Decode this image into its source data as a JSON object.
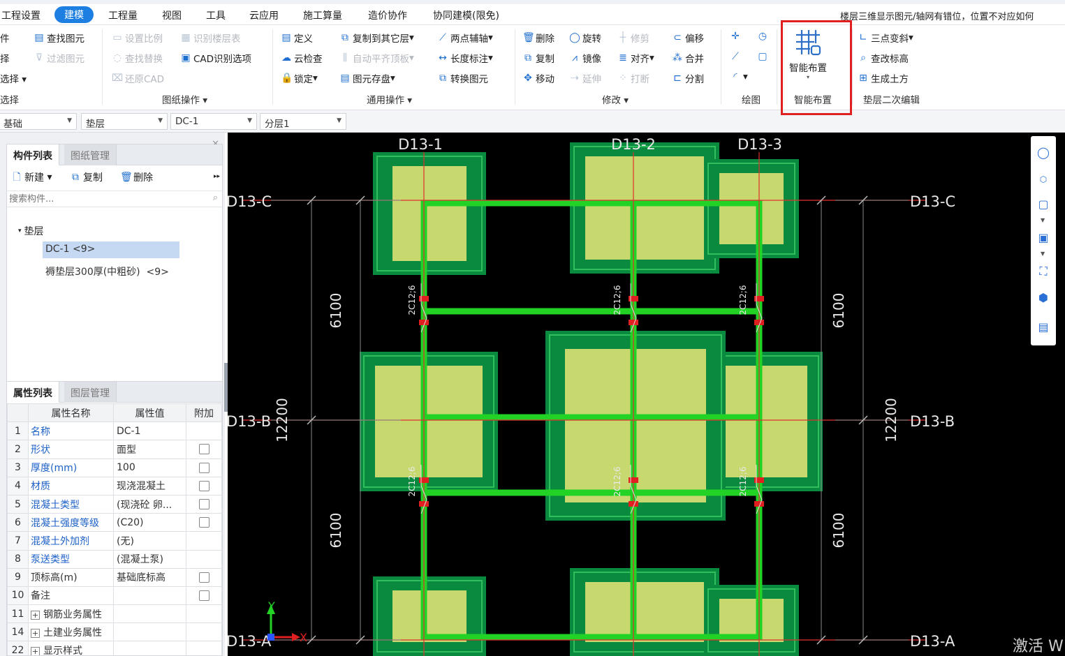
{
  "top_title_partial": "一 联达BIM土建计量平台 GTJ2021 - [C:\\Users\\新建文件夹\\Desktop\\D13会所\\D13会所.GTJ]",
  "menu": [
    "工程设置",
    "建模",
    "工程量",
    "视图",
    "工具",
    "云应用",
    "施工算量",
    "造价协作",
    "协同建模(限免)"
  ],
  "menu_active": "建模",
  "hint": "楼层三维显示图元/轴网有错位，位置不对应如何",
  "ribbon": {
    "col0": [
      "件",
      "择",
      "选择 ▾"
    ],
    "col0_group": "选择",
    "select": [
      "查找图元",
      "过滤图元"
    ],
    "drawing": [
      "设置比例",
      "识别楼层表",
      "查找替换",
      "CAD识别选项",
      "还原CAD"
    ],
    "drawing_group": "图纸操作",
    "general": [
      "定义",
      "复制到其它层",
      "两点辅轴",
      "云检查",
      "自动平齐顶板",
      "长度标注",
      "锁定",
      "图元存盘",
      "转换图元"
    ],
    "general_group": "通用操作",
    "modify": [
      "删除",
      "旋转",
      "修剪",
      "偏移",
      "复制",
      "镜像",
      "对齐",
      "合并",
      "移动",
      "延伸",
      "打断",
      "分割"
    ],
    "modify_group": "修改",
    "draw_group": "绘图",
    "smart": "智能布置",
    "smart_group": "智能布置",
    "secondary": [
      "三点变斜",
      "查改标高",
      "生成土方"
    ],
    "secondary_group": "垫层二次编辑"
  },
  "selectors": [
    "基础",
    "垫层",
    "DC-1",
    "分层1"
  ],
  "component_panel": {
    "tabs": [
      "构件列表",
      "图纸管理"
    ],
    "toolbar": [
      "新建",
      "复制",
      "删除"
    ],
    "search_placeholder": "搜索构件...",
    "tree_root": "垫层",
    "items": [
      {
        "label": "DC-1 <9>",
        "selected": true
      },
      {
        "label": "褥垫层300厚(中粗砂)  <9>",
        "selected": false
      }
    ]
  },
  "property_panel": {
    "tabs": [
      "属性列表",
      "图层管理"
    ],
    "headers": [
      "属性名称",
      "属性值",
      "附加"
    ],
    "rows": [
      {
        "num": "1",
        "name": "名称",
        "value": "DC-1",
        "blue": true,
        "check": false
      },
      {
        "num": "2",
        "name": "形状",
        "value": "面型",
        "blue": true,
        "check": true
      },
      {
        "num": "3",
        "name": "厚度(mm)",
        "value": "100",
        "blue": true,
        "check": true
      },
      {
        "num": "4",
        "name": "材质",
        "value": "现浇混凝土",
        "blue": true,
        "check": true
      },
      {
        "num": "5",
        "name": "混凝土类型",
        "value": "(现浇砼 卵...",
        "blue": true,
        "check": true
      },
      {
        "num": "6",
        "name": "混凝土强度等级",
        "value": "(C20)",
        "blue": true,
        "check": true
      },
      {
        "num": "7",
        "name": "混凝土外加剂",
        "value": "(无)",
        "blue": true,
        "check": false
      },
      {
        "num": "8",
        "name": "泵送类型",
        "value": "(混凝土泵)",
        "blue": true,
        "check": false
      },
      {
        "num": "9",
        "name": "顶标高(m)",
        "value": "基础底标高",
        "blue": false,
        "check": true
      },
      {
        "num": "10",
        "name": "备注",
        "value": "",
        "blue": false,
        "check": true
      },
      {
        "num": "11",
        "name": "钢筋业务属性",
        "value": "",
        "blue": false,
        "check": false,
        "expand": true
      },
      {
        "num": "14",
        "name": "土建业务属性",
        "value": "",
        "blue": false,
        "check": false,
        "expand": true
      },
      {
        "num": "22",
        "name": "显示样式",
        "value": "",
        "blue": false,
        "check": false,
        "expand": true
      }
    ]
  },
  "canvas": {
    "axes_top": [
      "D13-1",
      "D13-2",
      "D13-3"
    ],
    "axes_left": [
      "D13-C",
      "D13-B",
      "D13-A"
    ],
    "axes_right": [
      "D13-C",
      "D13-B",
      "D13-A"
    ],
    "dims_left": [
      "6100",
      "12200",
      "6100"
    ],
    "dims_right": [
      "6100",
      "12200",
      "6100"
    ],
    "rebar_labels": [
      "2C12;6",
      "2C12;6",
      "2C12;6",
      "2C12;6",
      "2C12;6",
      "2C12;6"
    ],
    "axis_x": "X",
    "axis_y": "Y",
    "colors": {
      "pad_outer": "#0a8a3e",
      "pad_inner": "#c6d86e",
      "beam": "#22d326",
      "grid": "#e03030",
      "background": "#000000"
    }
  },
  "right_tools": [
    "orbit-icon",
    "3d-view-icon",
    "box-icon",
    "solid-box-icon",
    "fit-view-icon",
    "cube-select-icon",
    "property-sheet-icon"
  ],
  "watermark": "激活 W"
}
